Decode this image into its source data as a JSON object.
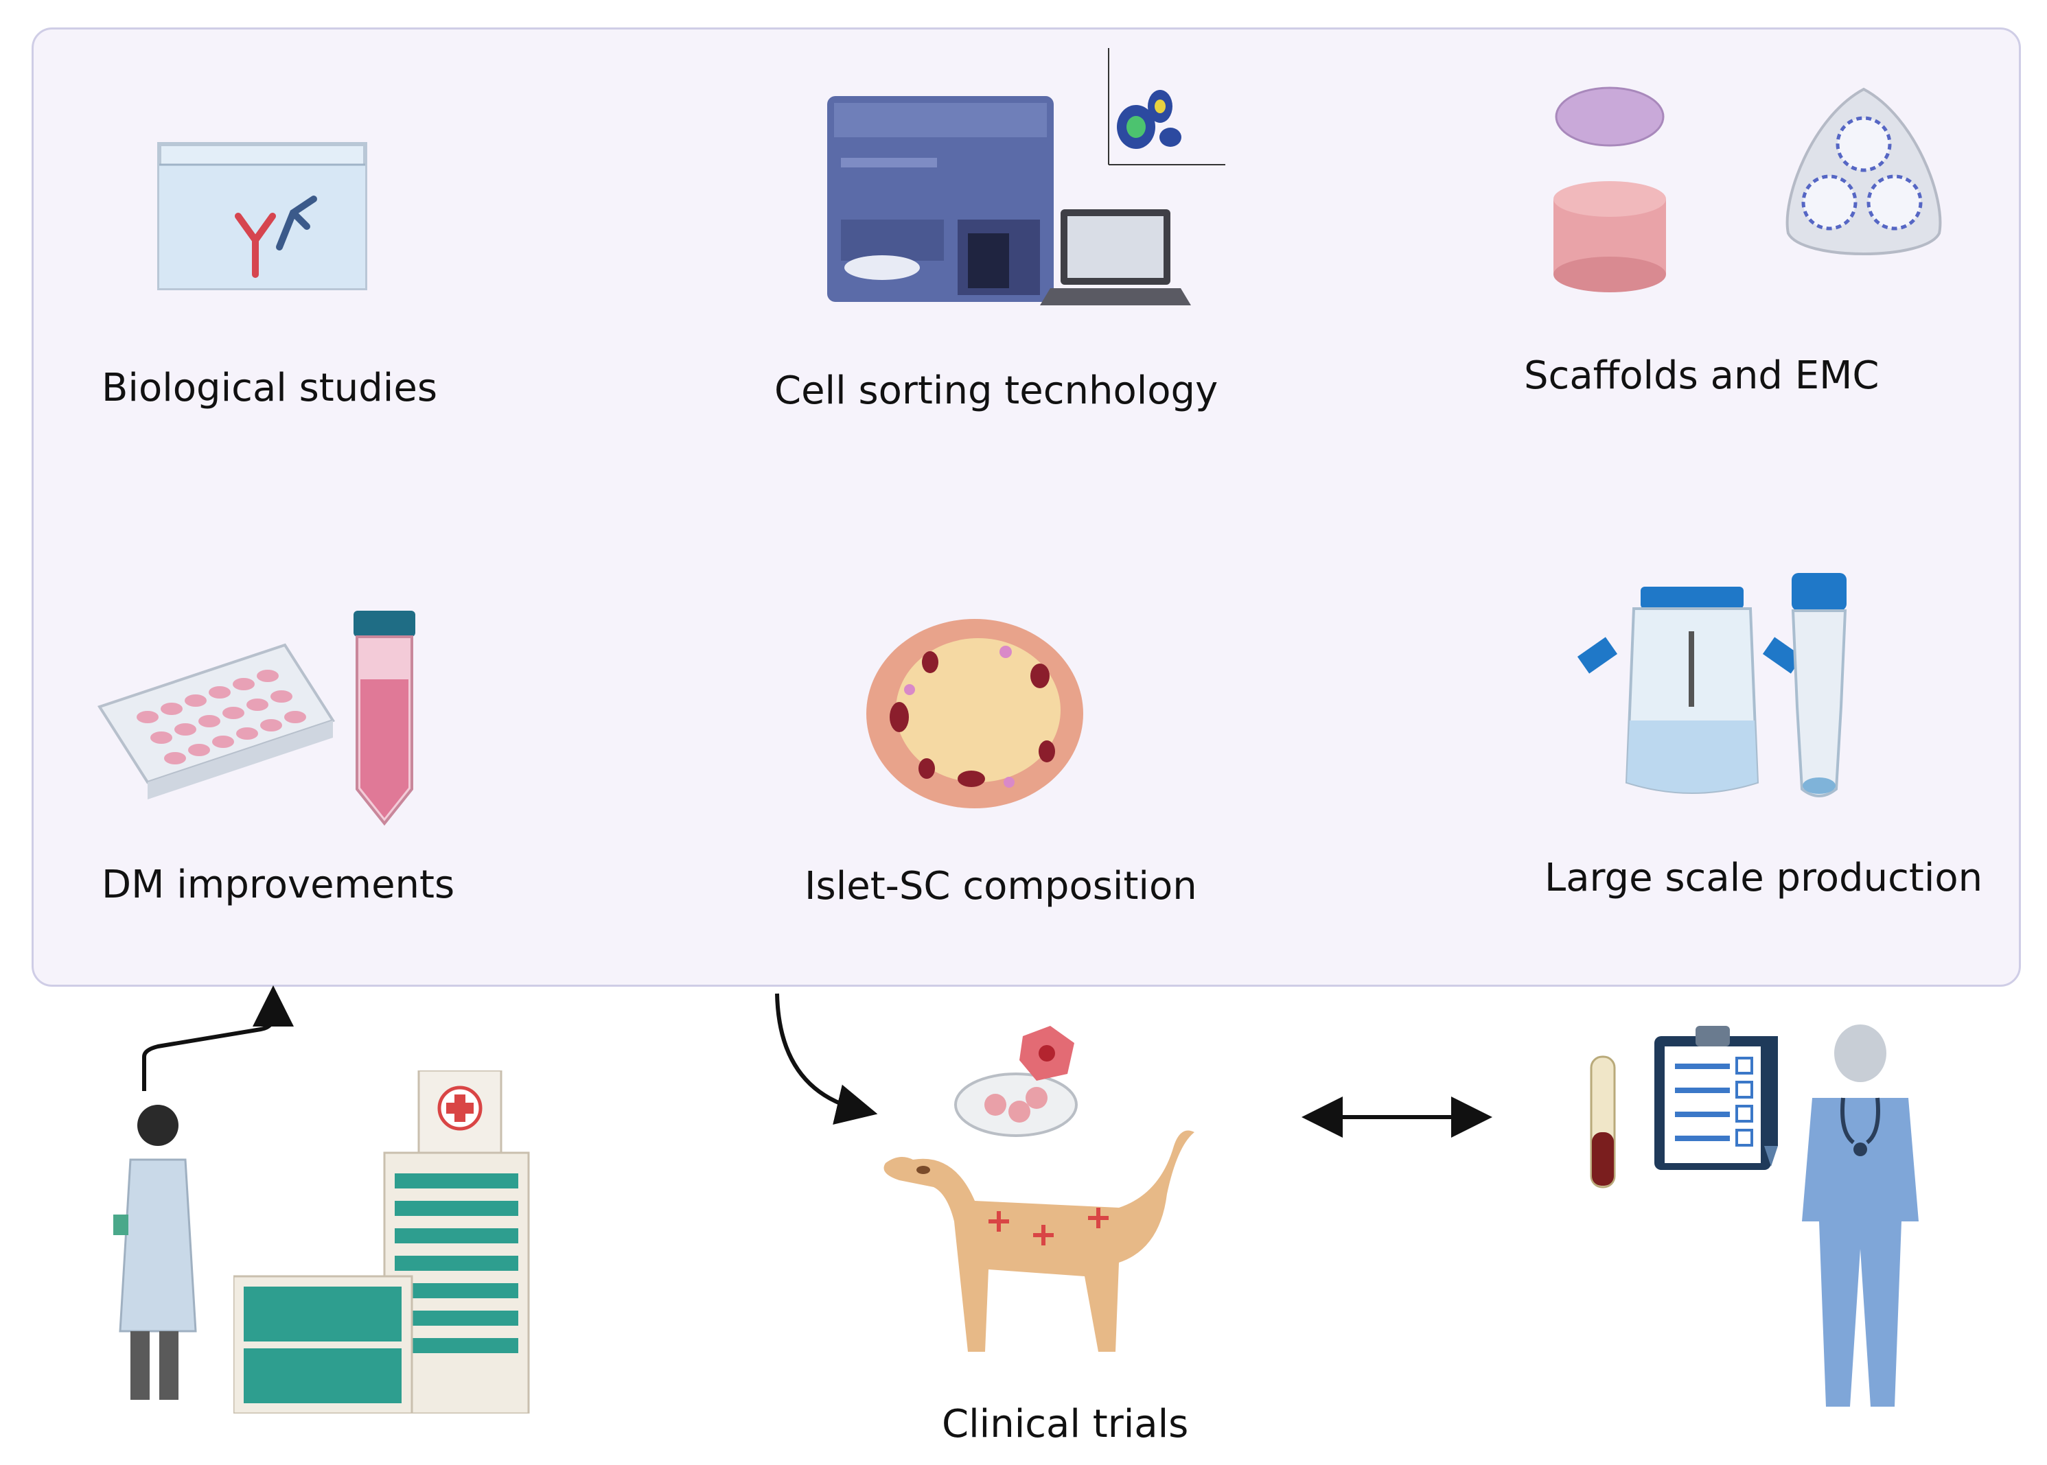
{
  "labels": {
    "biological": "Biological studies",
    "cell_sorting": "Cell sorting tecnhology",
    "scaffolds": "Scaffolds and EMC",
    "dm": "DM improvements",
    "islet": "Islet-SC composition",
    "large_scale": "Large scale production",
    "clinical": "Clinical trials"
  },
  "colors": {
    "panel_bg": "#f6f3fb",
    "panel_border": "#cfcde6",
    "pink": "#e59ab0",
    "blue_device": "#5b6ba8",
    "dog": "#e7b987",
    "teal_building": "#2e9e8f",
    "scrubs": "#7fa6d8"
  }
}
